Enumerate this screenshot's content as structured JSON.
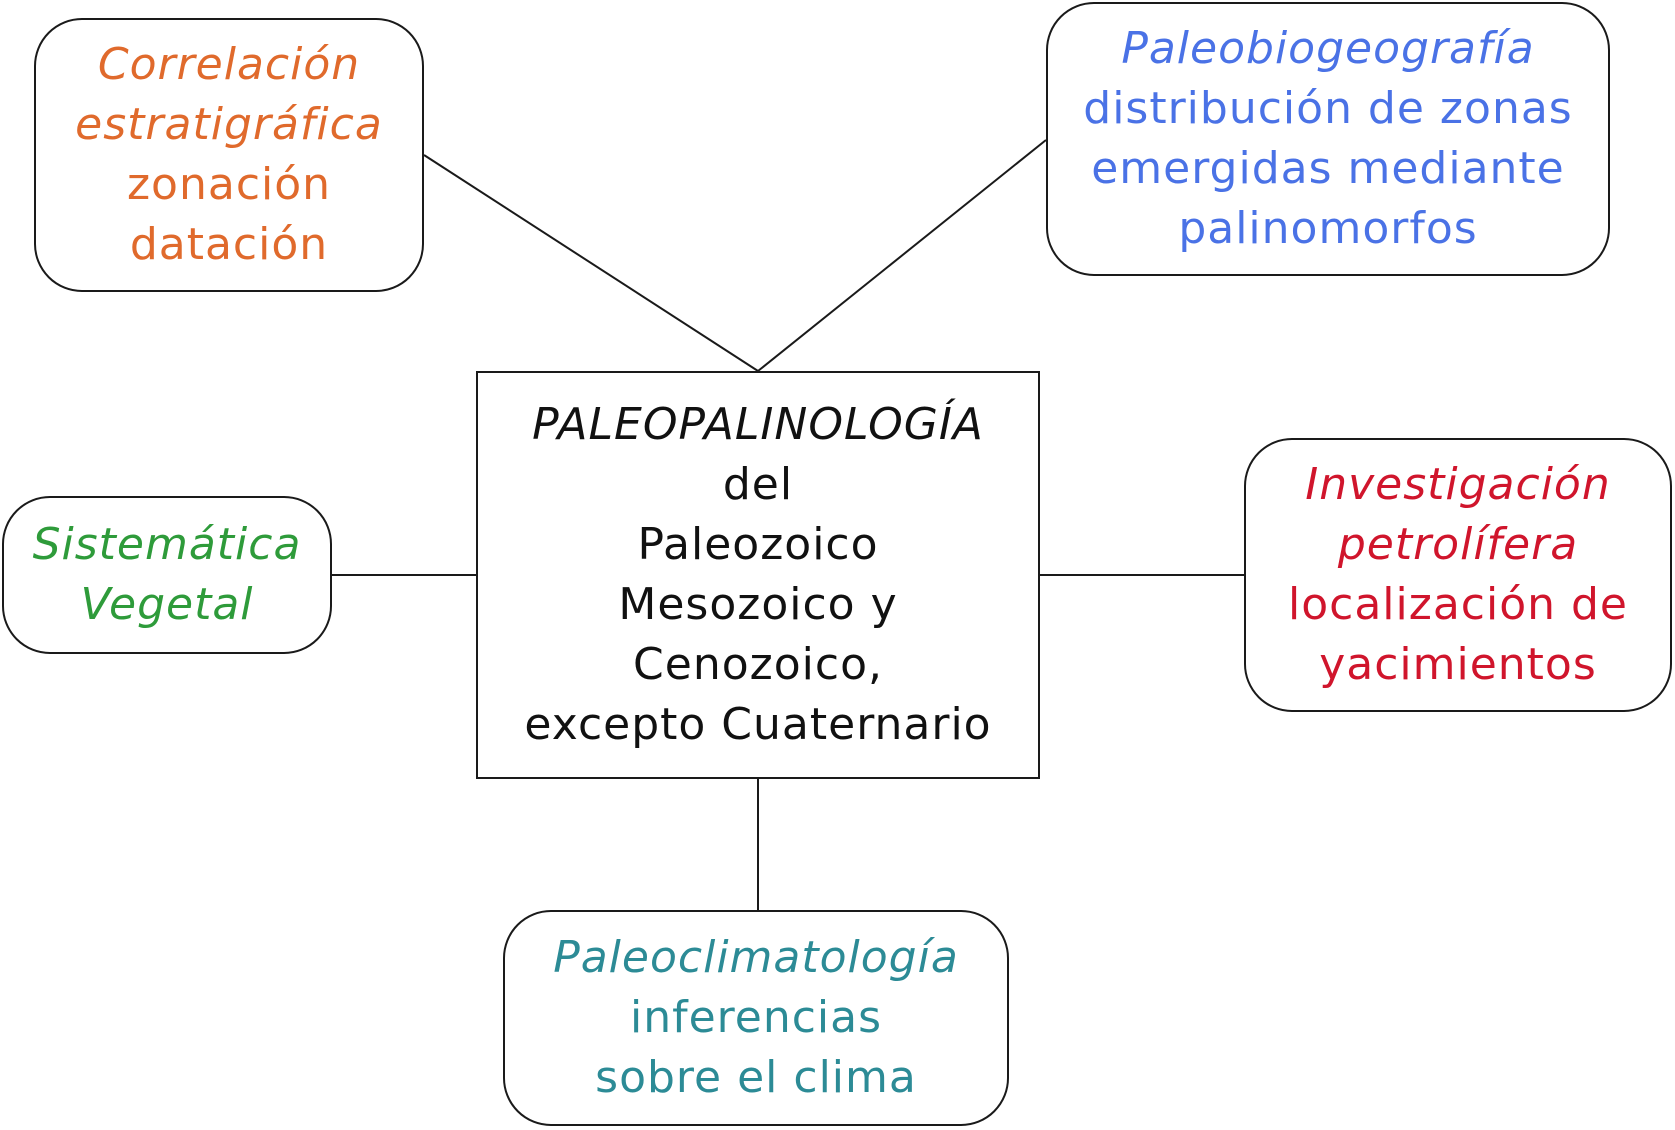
{
  "center": {
    "title": "PALEOPALINOLOGÍA",
    "lines": [
      "del",
      "Paleozoico",
      "Mesozoico y",
      "Cenozoico,",
      "excepto Cuaternario"
    ]
  },
  "nodes": {
    "correlacion": {
      "heading": [
        "Correlación",
        "estratigráfica"
      ],
      "lines": [
        "zonación",
        "datación"
      ],
      "color": "#e06a2c"
    },
    "paleobiogeografia": {
      "heading": [
        "Paleobiogeografía"
      ],
      "lines": [
        "distribución de zonas",
        "emergidas mediante",
        "palinomorfos"
      ],
      "color": "#4a72e6"
    },
    "sistematica": {
      "heading": [
        "Sistemática",
        "Vegetal"
      ],
      "lines": [],
      "color": "#2e9b3a"
    },
    "investigacion": {
      "heading": [
        "Investigación",
        "petrolífera"
      ],
      "lines": [
        "localización de",
        "yacimientos"
      ],
      "color": "#d0152c"
    },
    "paleoclimatologia": {
      "heading": [
        "Paleoclimatología"
      ],
      "lines": [
        "inferencias",
        "sobre el clima"
      ],
      "color": "#2c8b96"
    }
  }
}
